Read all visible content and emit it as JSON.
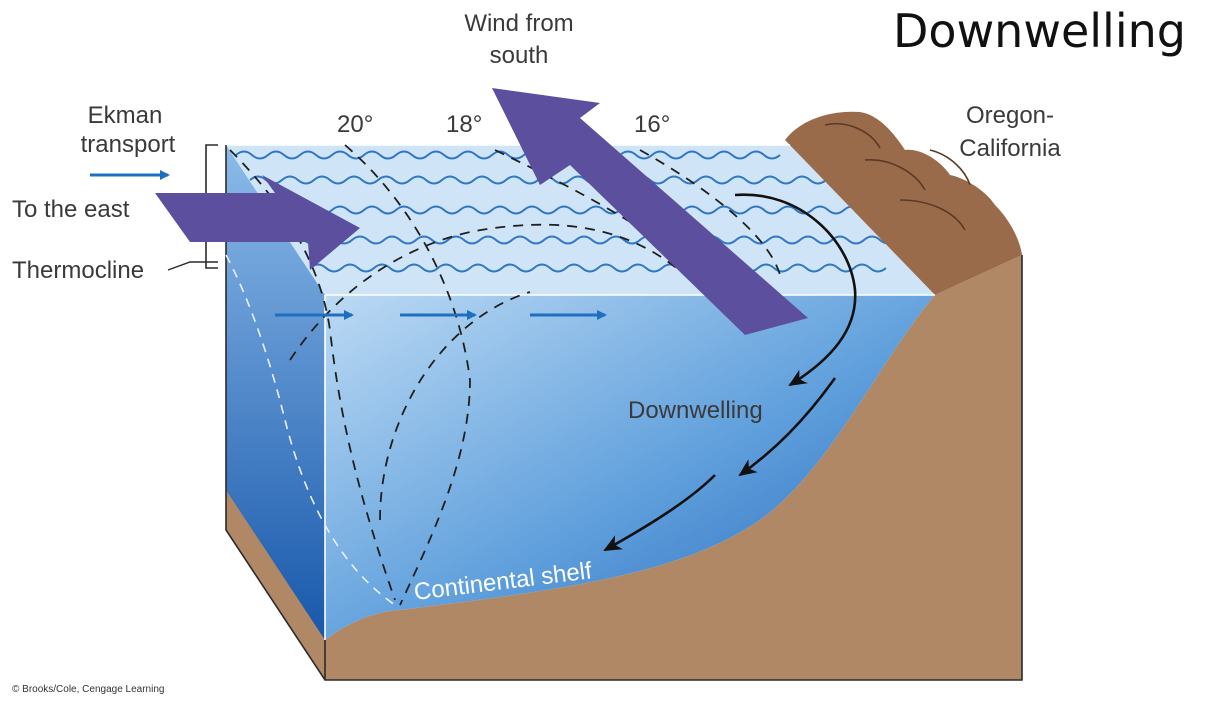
{
  "title": "Downwelling",
  "labels": {
    "wind": [
      "Wind from",
      "south"
    ],
    "ekman": [
      "Ekman",
      "transport"
    ],
    "to_east": "To the east",
    "thermocline": "Thermocline",
    "temp_20": "20°",
    "temp_18": "18°",
    "temp_16": "16°",
    "coast": [
      "Oregon-",
      "California"
    ],
    "downwelling": "Downwelling",
    "shelf": "Continental shelf"
  },
  "credit": "© Brooks/Cole, Cengage Learning",
  "colors": {
    "wind_arrow": "#5b4f9e",
    "ekman_arrow": "#1f6fbf",
    "surface_water": "#b7d6f2",
    "deep_water": "#1f63b8",
    "land": "#b08866",
    "land_dark": "#6e4a32",
    "wave": "#2f77c4"
  }
}
